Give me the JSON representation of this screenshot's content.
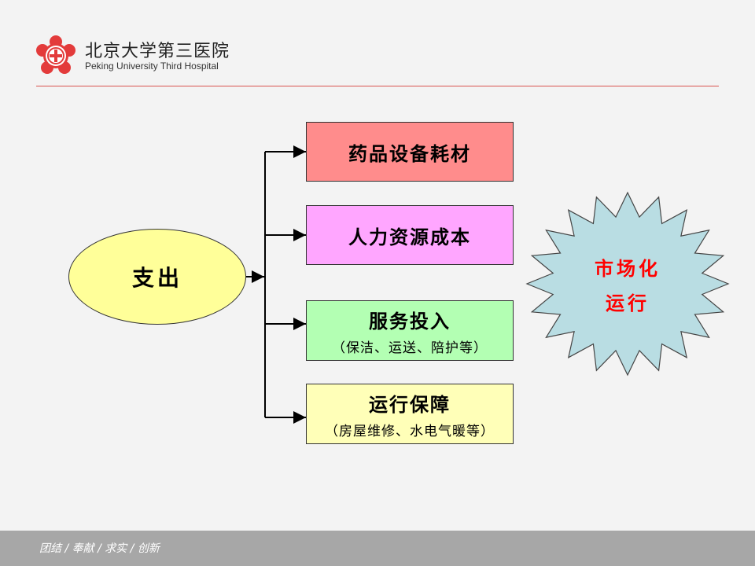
{
  "header": {
    "hospital_name_cn": "北京大学第三医院",
    "hospital_name_en": "Peking University Third Hospital",
    "accent_color": "#d9534f"
  },
  "diagram": {
    "root": {
      "label": "支出",
      "color": "#ffff99"
    },
    "branches": [
      {
        "label": "药品设备耗材",
        "sub": "",
        "color": "#ff8c8c"
      },
      {
        "label": "人力资源成本",
        "sub": "",
        "color": "#ffa6ff"
      },
      {
        "label": "服务投入",
        "sub": "（保洁、运送、陪护等）",
        "color": "#b3ffb3"
      },
      {
        "label": "运行保障",
        "sub": "（房屋维修、水电气暖等）",
        "color": "#ffffb8"
      }
    ],
    "starburst": {
      "line1": "市场化",
      "line2": "运行",
      "color": "#b9dde3",
      "text_color": "#ff0000"
    }
  },
  "footer": {
    "slogan": "团结 / 奉献 / 求实 / 创新",
    "color": "#a7a7a7"
  }
}
